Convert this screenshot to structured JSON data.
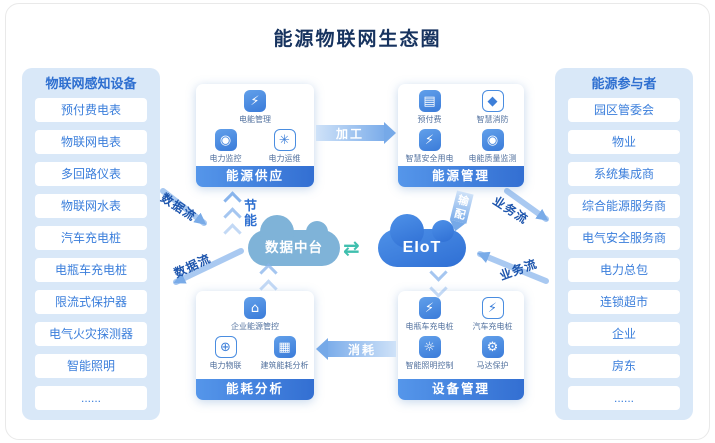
{
  "title": "能源物联网生态圈",
  "left_panel": {
    "header": "物联网感知设备",
    "items": [
      "预付费电表",
      "物联网电表",
      "多回路仪表",
      "物联网水表",
      "汽车充电桩",
      "电瓶车充电桩",
      "限流式保护器",
      "电气火灾探测器",
      "智能照明",
      "......"
    ]
  },
  "right_panel": {
    "header": "能源参与者",
    "items": [
      "园区管委会",
      "物业",
      "系统集成商",
      "综合能源服务商",
      "电气安全服务商",
      "电力总包",
      "连锁超市",
      "企业",
      "房东",
      "......"
    ]
  },
  "modules": {
    "supply": {
      "label": "能源供应",
      "features": [
        {
          "name": "电能管理",
          "icon": "energy-meter-icon",
          "glyph": "⚡",
          "variant": "solid"
        },
        {
          "name": "电力监控",
          "icon": "power-monitor-icon",
          "glyph": "◉",
          "variant": "solid"
        },
        {
          "name": "电力运维",
          "icon": "power-ops-icon",
          "glyph": "✳",
          "variant": "outline"
        }
      ]
    },
    "management": {
      "label": "能源管理",
      "features": [
        {
          "name": "预付费",
          "icon": "prepaid-icon",
          "glyph": "▤",
          "variant": "solid"
        },
        {
          "name": "智慧消防",
          "icon": "fire-shield-icon",
          "glyph": "◆",
          "variant": "outline"
        },
        {
          "name": "智慧安全用电",
          "icon": "safe-power-icon",
          "glyph": "⚡",
          "variant": "solid"
        },
        {
          "name": "电能质量监测",
          "icon": "power-quality-icon",
          "glyph": "◉",
          "variant": "solid"
        }
      ]
    },
    "analysis": {
      "label": "能耗分析",
      "features": [
        {
          "name": "企业能源管控",
          "icon": "enterprise-energy-icon",
          "glyph": "⌂",
          "variant": "solid"
        },
        {
          "name": "电力物联",
          "icon": "power-iot-globe-icon",
          "glyph": "⊕",
          "variant": "outline"
        },
        {
          "name": "建筑能耗分析",
          "icon": "building-energy-icon",
          "glyph": "▦",
          "variant": "solid"
        }
      ]
    },
    "devices": {
      "label": "设备管理",
      "features": [
        {
          "name": "电瓶车充电桩",
          "icon": "ebike-charger-icon",
          "glyph": "⚡",
          "variant": "solid"
        },
        {
          "name": "汽车充电桩",
          "icon": "car-charger-icon",
          "glyph": "⚡",
          "variant": "outline"
        },
        {
          "name": "智能照明控制",
          "icon": "smart-lighting-icon",
          "glyph": "☼",
          "variant": "solid"
        },
        {
          "name": "马达保护",
          "icon": "motor-protection-icon",
          "glyph": "⚙",
          "variant": "solid"
        }
      ]
    }
  },
  "center": {
    "data_platform": "数据中台",
    "eiot": "EIoT",
    "exchange_icon": "⇄"
  },
  "flows": {
    "processing": "加工",
    "distribution": "输配",
    "consumption": "消耗",
    "saving": "节能",
    "data_flow": "数据流",
    "business_flow": "业务流"
  },
  "colors": {
    "accent_blue": "#3a7bd9",
    "panel_bg": "#d9e8f8",
    "title_navy": "#17335f",
    "teal_exchange": "#3fbfae"
  }
}
